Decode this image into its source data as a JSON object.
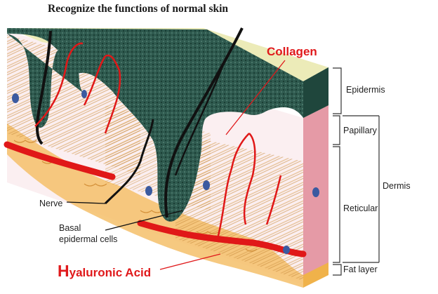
{
  "title": "Recognize the functions of normal skin",
  "labels": {
    "collagen": "Collagen",
    "hyaluronic_first": "H",
    "hyaluronic_rest": "yaluronic Acid",
    "epidermis": "Epidermis",
    "papillary": "Papillary",
    "reticular": "Reticular",
    "dermis": "Dermis",
    "fat_layer": "Fat layer",
    "nerve": "Nerve",
    "basal": "Basal",
    "epidermal_cells": "epidermal cells"
  },
  "colors": {
    "epidermis": "#2f5a4f",
    "epidermis_top": "#ecebb8",
    "dermis": "#f7e6ea",
    "blood_vessel": "#e01818",
    "fat": "#f2b24a",
    "hair": "#111111",
    "label_red": "#e0191b"
  }
}
